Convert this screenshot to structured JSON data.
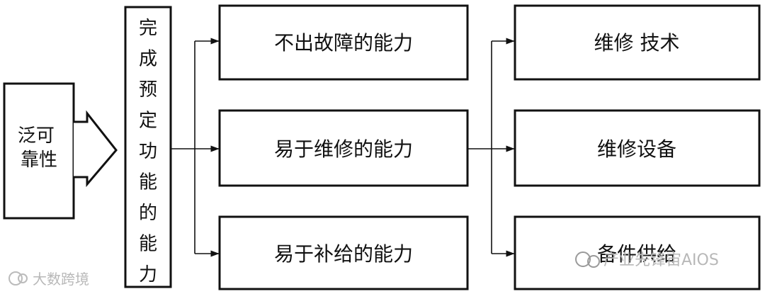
{
  "diagram": {
    "source": "泛可靠性",
    "center_column": "完成预定功能的能力",
    "abilities": [
      "不出故障的能力",
      "易于维修的能力",
      "易于补给的能力"
    ],
    "supports": [
      "维修 技术",
      "维修设备",
      "备件供给"
    ]
  },
  "watermarks": {
    "left": "大数跨境",
    "right": "产业先锋宙AIOS"
  },
  "colors": {
    "line": "#111111",
    "background": "#ffffff",
    "watermark": "#b8b8b8"
  }
}
